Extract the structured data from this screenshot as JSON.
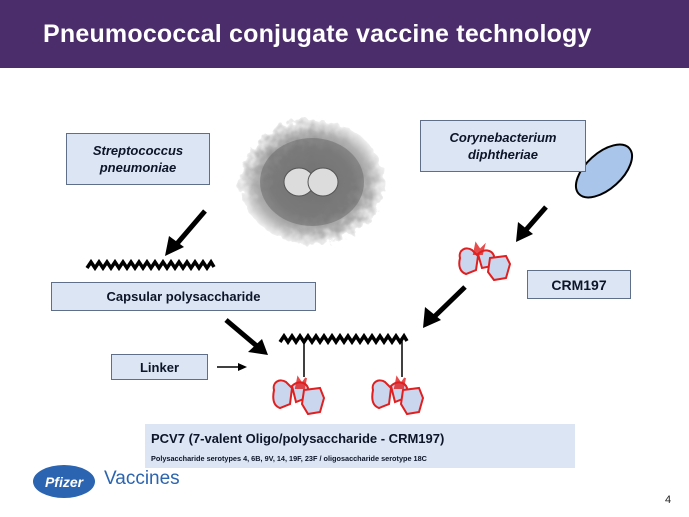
{
  "title": "Pneumococcal conjugate vaccine technology",
  "labels": {
    "streptococcus_line1": "Streptococcus",
    "streptococcus_line2": "pneumoniae",
    "corynebacterium_line1": "Corynebacterium",
    "corynebacterium_line2": "diphtheriae",
    "capsular": "Capsular polysaccharide",
    "crm": "CRM197",
    "linker": "Linker"
  },
  "pcv": {
    "title": "PCV7 (7-valent Oligo/polysaccharide - CRM197)",
    "subtitle": "Polysaccharide serotypes 4, 6B, 9V, 14, 19F, 23F / oligosaccharide serotype 18C"
  },
  "footer": {
    "logo_text": "Pfizer",
    "brand_text": "Vaccines",
    "page_number": "4"
  },
  "colors": {
    "title_bar": "#4b2d6b",
    "box_fill": "#dbe5f3",
    "protein_outline": "#e02020",
    "protein_fill": "#c9d6ee",
    "bacterium_fill": "#a9c5ea",
    "brand_blue": "#2b64b0"
  },
  "icons": [
    "streptococcus-micrograph",
    "corynebacterium-oval",
    "crm197-protein",
    "polysaccharide-zigzag",
    "arrow"
  ]
}
